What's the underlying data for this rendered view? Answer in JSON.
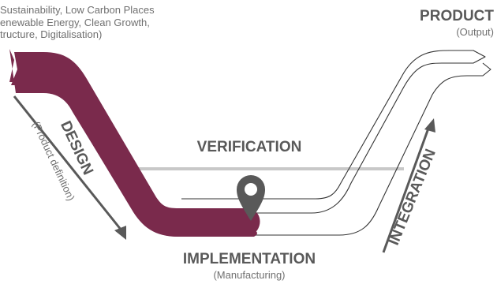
{
  "intro_lines": [
    "Sustainability, Low Carbon Places",
    "enewable Energy, Clean Growth,",
    "tructure, Digitalisation)"
  ],
  "product": {
    "title": "PRODUCT",
    "subtitle": "(Output)"
  },
  "design": {
    "title": "DESIGN",
    "subtitle": "(Product definition)"
  },
  "verification": {
    "title": "VERIFICATION"
  },
  "integration": {
    "title": "INTEGRATION"
  },
  "implementation": {
    "title": "IMPLEMENTATION",
    "subtitle": "(Manufacturing)"
  },
  "colors": {
    "path_fill": "#7a2a4c",
    "text_gray": "#5e5e5e",
    "arrow_gray": "#595959",
    "verification_line": "#c8c8c8",
    "outline": "#333333",
    "pin": "#595959"
  }
}
